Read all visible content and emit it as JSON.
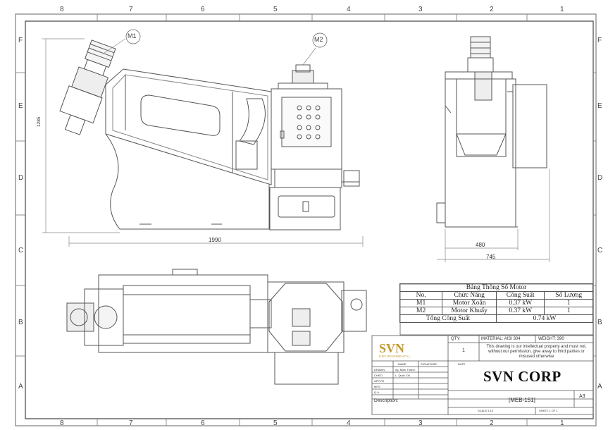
{
  "zone_numbers_top": [
    "8",
    "7",
    "6",
    "5",
    "4",
    "3",
    "2",
    "1"
  ],
  "zone_numbers_bottom": [
    "8",
    "7",
    "6",
    "5",
    "4",
    "3",
    "2",
    "1"
  ],
  "zone_letters_left": [
    "F",
    "E",
    "D",
    "C",
    "B",
    "A"
  ],
  "zone_letters_right": [
    "F",
    "E",
    "D",
    "C",
    "B",
    "A"
  ],
  "labels": {
    "motor1": "M1",
    "motor2": "M2"
  },
  "dimensions": {
    "height": "1285",
    "length": "1990",
    "width_inner": "480",
    "width_outer": "745"
  },
  "motor_table": {
    "title": "Bảng Thông Số Motor",
    "headers": [
      "No.",
      "Chức Năng",
      "Công Suất",
      "Số Lượng"
    ],
    "rows": [
      [
        "M1",
        "Motor Xoắn",
        "0.37 kW",
        "1"
      ],
      [
        "M2",
        "Motor Khuấy",
        "0.37 kW",
        "1"
      ]
    ],
    "total_label": "Tổng Công Suất",
    "total_value": "0.74 kW"
  },
  "title_block": {
    "logo_text": "SVN",
    "logo_subtext": "ENVIRONMENTAL",
    "qty_label": "QTY:",
    "qty_value": "1",
    "material": "MATERIAL: AISI 304",
    "weight": "WEIGHT: 390",
    "notice": "This drawing is our intellectual property and must not, without our permission, give away to third parties or misused otherwise",
    "col_name": "NAME",
    "col_signature": "SIGNATURE",
    "col_date": "DATE",
    "row_drawn": "DRAWN",
    "row_drawn_name": "ng. Minh Thành",
    "row_chkd": "CHK'D",
    "row_chkd_name": "L. Quốc Chí",
    "row_appvd": "APPV'D",
    "row_mfg": "MFG",
    "row_qa": "Q.A",
    "company": "SVN CORP",
    "drawing_no": "[MEB-151]",
    "sheet_size": "A3",
    "description_label": "Description:",
    "scale": "SCALE:1:10",
    "sheet": "SHEET 1 OF 1"
  },
  "colors": {
    "line": "#555555",
    "frame": "#444444",
    "dim": "#888888"
  }
}
